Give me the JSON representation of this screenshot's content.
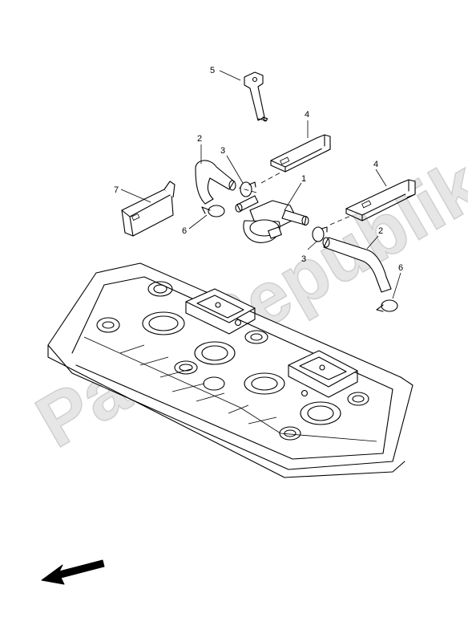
{
  "watermark": "PartsRepublik",
  "callouts": {
    "c1": "1",
    "c2a": "2",
    "c2b": "2",
    "c3a": "3",
    "c3b": "3",
    "c4a": "4",
    "c4b": "4",
    "c5": "5",
    "c6a": "6",
    "c6b": "6",
    "c7": "7"
  },
  "colors": {
    "line": "#000000",
    "watermark": "#e6e6e6",
    "background": "#ffffff"
  },
  "icons": {
    "direction_arrow": "front-direction-arrow-icon"
  }
}
